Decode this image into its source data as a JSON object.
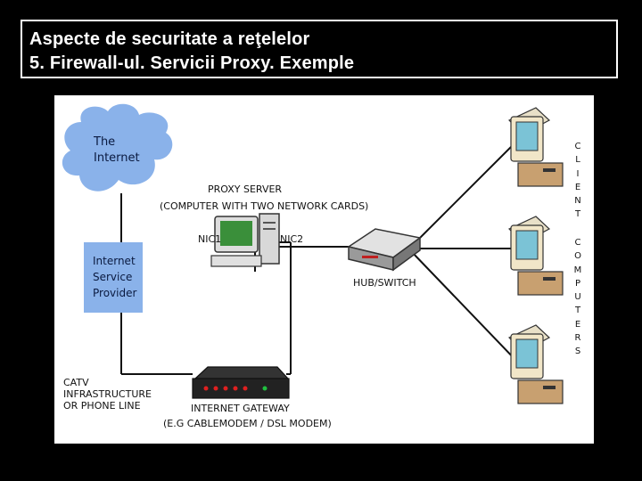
{
  "slide": {
    "title_line1": "Aspecte de securitate a reţelelor",
    "title_line2": "5. Firewall-ul. Servicii Proxy. Exemple"
  },
  "diagram": {
    "cloud": {
      "line1": "The",
      "line2": "Internet"
    },
    "isp": {
      "line1": "Internet",
      "line2": "Service",
      "line3": "Provider"
    },
    "catv": {
      "line1": "CATV",
      "line2": "INFRASTRUCTURE",
      "line3": "OR PHONE LINE"
    },
    "proxy": {
      "line1": "PROXY SERVER",
      "line2": "(COMPUTER WITH TWO NETWORK CARDS)",
      "nic1": "NIC1",
      "nic2": "NIC2"
    },
    "hub": {
      "label": "HUB/SWITCH"
    },
    "gateway": {
      "line1": "INTERNET GATEWAY",
      "line2": "(E.G CABLEMODEM / DSL MODEM)"
    },
    "client_computers_letters": {
      "word1": [
        "C",
        "L",
        "I",
        "E",
        "N",
        "T"
      ],
      "word2": [
        "C",
        "O",
        "M",
        "P",
        "U",
        "T",
        "E",
        "R",
        "S"
      ]
    },
    "colors": {
      "cloud": "#8ab2ea",
      "isp_box": "#8ab2ea",
      "monitor_screen": "#7bc3d6",
      "gateway_led_red": "#e02020",
      "gateway_led_green": "#20c040"
    }
  }
}
